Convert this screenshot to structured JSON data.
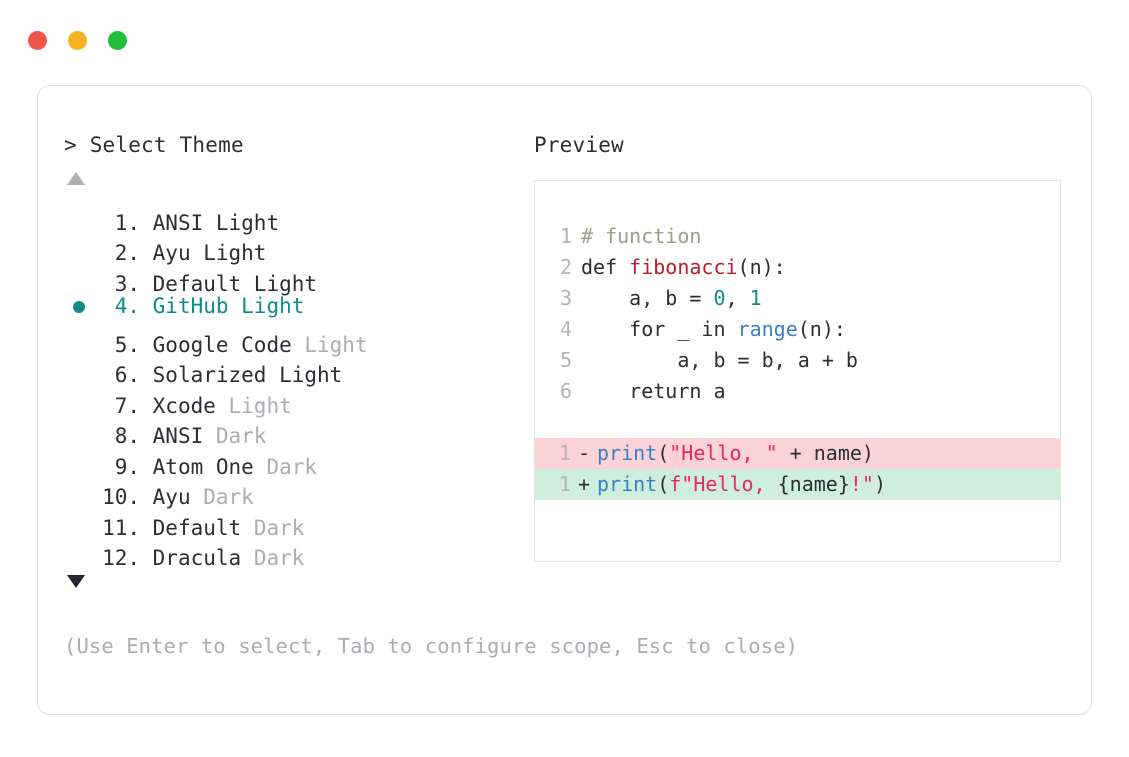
{
  "window": {
    "controls": [
      {
        "name": "close",
        "color": "#f1564e"
      },
      {
        "name": "minimize",
        "color": "#f5b324"
      },
      {
        "name": "zoom",
        "color": "#21bd3b"
      }
    ]
  },
  "prompt": {
    "caret": ">",
    "title": "Select Theme"
  },
  "scroll": {
    "up_arrow": "▲",
    "down_arrow": "▼",
    "up_enabled": false,
    "down_enabled": true
  },
  "theme_list": {
    "selected_index": 4,
    "items": [
      {
        "index": " 1.",
        "name": "ANSI Light",
        "variant": "",
        "selected": false
      },
      {
        "index": " 2.",
        "name": "Ayu Light",
        "variant": "",
        "selected": false
      },
      {
        "index": " 3.",
        "name": "Default Light",
        "variant": "",
        "selected": false
      },
      {
        "index": " 4.",
        "name": "GitHub Light",
        "variant": "",
        "selected": true
      },
      {
        "index": " 5.",
        "name": "Google Code",
        "variant": "Light",
        "selected": false
      },
      {
        "index": " 6.",
        "name": "Solarized Light",
        "variant": "",
        "selected": false
      },
      {
        "index": " 7.",
        "name": "Xcode",
        "variant": "Light",
        "selected": false
      },
      {
        "index": " 8.",
        "name": "ANSI",
        "variant": "Dark",
        "selected": false
      },
      {
        "index": " 9.",
        "name": "Atom One",
        "variant": "Dark",
        "selected": false
      },
      {
        "index": "10.",
        "name": "Ayu",
        "variant": "Dark",
        "selected": false
      },
      {
        "index": "11.",
        "name": "Default",
        "variant": "Dark",
        "selected": false
      },
      {
        "index": "12.",
        "name": "Dracula",
        "variant": "Dark",
        "selected": false
      }
    ]
  },
  "preview": {
    "heading": "Preview",
    "code_lines": [
      {
        "number": "1",
        "tokens": [
          {
            "t": "# function",
            "c": "comment"
          }
        ]
      },
      {
        "number": "2",
        "tokens": [
          {
            "t": "def ",
            "c": "kw"
          },
          {
            "t": "fibonacci",
            "c": "fn"
          },
          {
            "t": "(n):",
            "c": "plain"
          }
        ]
      },
      {
        "number": "3",
        "tokens": [
          {
            "t": "    a, b = ",
            "c": "plain"
          },
          {
            "t": "0",
            "c": "num"
          },
          {
            "t": ", ",
            "c": "plain"
          },
          {
            "t": "1",
            "c": "num"
          }
        ]
      },
      {
        "number": "4",
        "tokens": [
          {
            "t": "    for _ in ",
            "c": "plain"
          },
          {
            "t": "range",
            "c": "builtin"
          },
          {
            "t": "(n):",
            "c": "plain"
          }
        ]
      },
      {
        "number": "5",
        "tokens": [
          {
            "t": "        a, b = b, a + b",
            "c": "plain"
          }
        ]
      },
      {
        "number": "6",
        "tokens": [
          {
            "t": "    return a",
            "c": "plain"
          }
        ]
      }
    ],
    "diff_lines": [
      {
        "number": "1",
        "sign": "-",
        "kind": "del",
        "tokens": [
          {
            "t": "print",
            "c": "builtin"
          },
          {
            "t": "(",
            "c": "plain"
          },
          {
            "t": "\"Hello, \"",
            "c": "str"
          },
          {
            "t": " + name)",
            "c": "plain"
          }
        ]
      },
      {
        "number": "1",
        "sign": "+",
        "kind": "add",
        "tokens": [
          {
            "t": "print",
            "c": "builtin"
          },
          {
            "t": "(",
            "c": "plain"
          },
          {
            "t": "f\"Hello, ",
            "c": "str"
          },
          {
            "t": "{name}",
            "c": "plain"
          },
          {
            "t": "!\"",
            "c": "str"
          },
          {
            "t": ")",
            "c": "plain"
          }
        ]
      }
    ]
  },
  "footer": {
    "hint": "(Use Enter to select, Tab to configure scope, Esc to close)"
  },
  "colors": {
    "accent_teal": "#128b86",
    "text": "#2b2f33",
    "muted": "#aaadb1",
    "border": "#e3e3e3",
    "diff_del_bg": "#fbd3d7",
    "diff_add_bg": "#cfeede",
    "syntax_comment": "#9a9f86",
    "syntax_function": "#b5202a",
    "syntax_number": "#128b86",
    "syntax_builtin": "#3780c4",
    "syntax_string": "#e8285a"
  }
}
